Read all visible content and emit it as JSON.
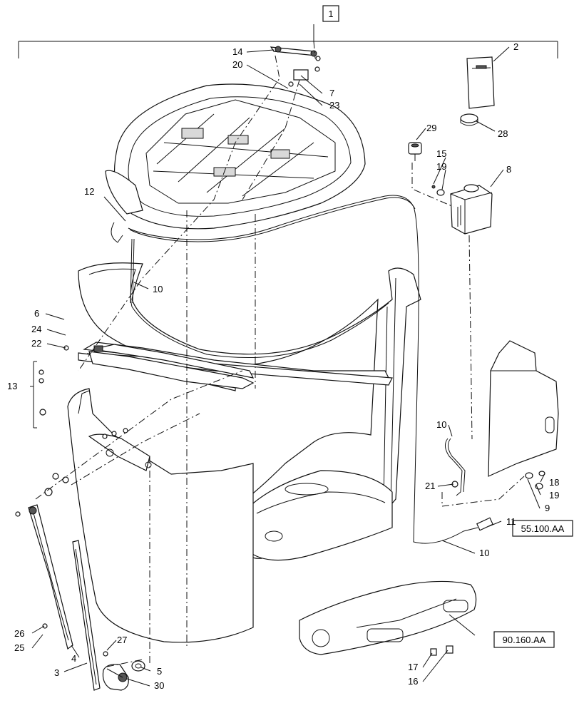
{
  "diagram": {
    "assembly_number": "1",
    "callouts": [
      {
        "id": "2",
        "text": "2"
      },
      {
        "id": "3",
        "text": "3"
      },
      {
        "id": "4",
        "text": "4"
      },
      {
        "id": "5",
        "text": "5"
      },
      {
        "id": "6",
        "text": "6"
      },
      {
        "id": "7",
        "text": "7"
      },
      {
        "id": "8",
        "text": "8"
      },
      {
        "id": "9",
        "text": "9"
      },
      {
        "id": "10a",
        "text": "10"
      },
      {
        "id": "10b",
        "text": "10"
      },
      {
        "id": "10c",
        "text": "10"
      },
      {
        "id": "11",
        "text": "11"
      },
      {
        "id": "12",
        "text": "12"
      },
      {
        "id": "13",
        "text": "13"
      },
      {
        "id": "14",
        "text": "14"
      },
      {
        "id": "15",
        "text": "15"
      },
      {
        "id": "16",
        "text": "16"
      },
      {
        "id": "17",
        "text": "17"
      },
      {
        "id": "18",
        "text": "18"
      },
      {
        "id": "19a",
        "text": "19"
      },
      {
        "id": "19b",
        "text": "19"
      },
      {
        "id": "20",
        "text": "20"
      },
      {
        "id": "21",
        "text": "21"
      },
      {
        "id": "22",
        "text": "22"
      },
      {
        "id": "23",
        "text": "23"
      },
      {
        "id": "24",
        "text": "24"
      },
      {
        "id": "25",
        "text": "25"
      },
      {
        "id": "26",
        "text": "26"
      },
      {
        "id": "27",
        "text": "27"
      },
      {
        "id": "28",
        "text": "28"
      },
      {
        "id": "29",
        "text": "29"
      },
      {
        "id": "30",
        "text": "30"
      }
    ],
    "references": [
      {
        "id": "ref-55",
        "text": "55.100.AA"
      },
      {
        "id": "ref-90",
        "text": "90.160.AA"
      }
    ]
  }
}
